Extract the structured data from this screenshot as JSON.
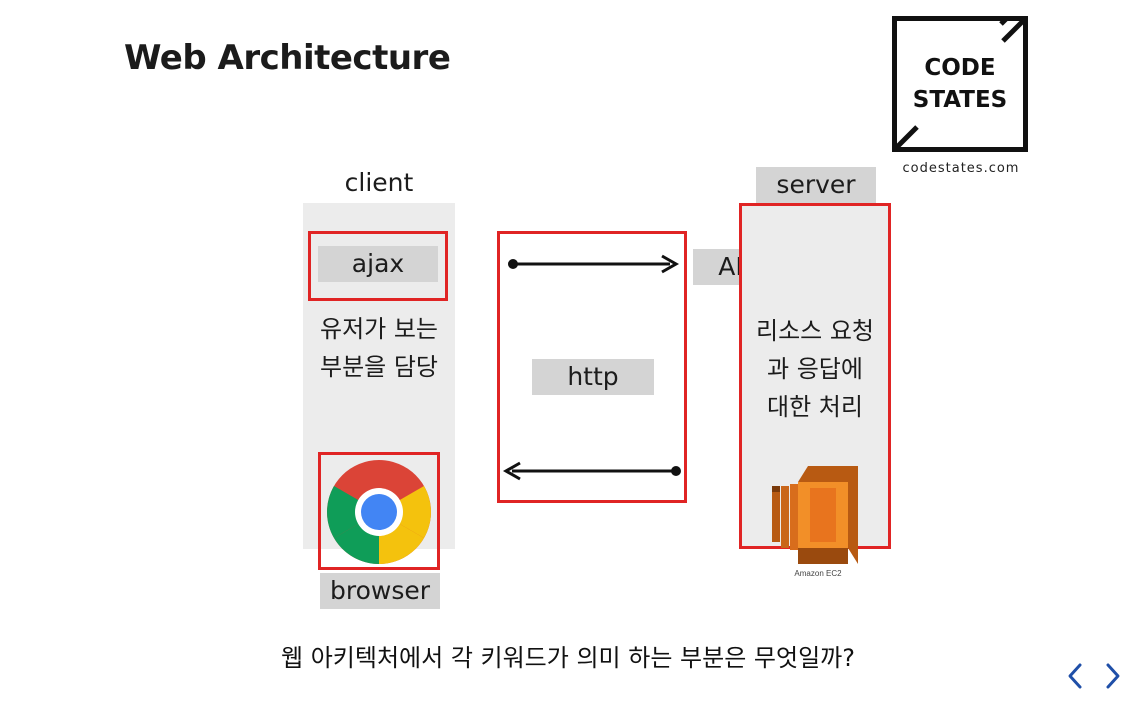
{
  "title": "Web Architecture",
  "logo": {
    "line1": "CODE",
    "line2": "STATES",
    "url": "codestates.com"
  },
  "client": {
    "heading": "client",
    "ajax_label": "ajax",
    "description": [
      "유저가 보는",
      "부분을 담당"
    ],
    "browser_label": "browser",
    "browser_icon": "chrome-icon"
  },
  "middle": {
    "protocol_label": "http",
    "api_label": "API"
  },
  "server": {
    "heading": "server",
    "description": [
      "리소스 요청",
      "과 응답에",
      "대한 처리"
    ],
    "ec2_label": "Amazon EC2",
    "ec2_icon": "amazon-ec2-icon"
  },
  "subtitle": "웹 아키텍처에서 각 키워드가 의미 하는 부분은 무엇일까?",
  "nav": {
    "prev_icon": "chevron-left-icon",
    "next_icon": "chevron-right-icon"
  },
  "colors": {
    "red": "#e02424",
    "label_gray": "#d4d4d4",
    "panel_gray": "#ececec",
    "ec2_orange": "#e8741e",
    "nav_blue": "#1f4fa8"
  }
}
